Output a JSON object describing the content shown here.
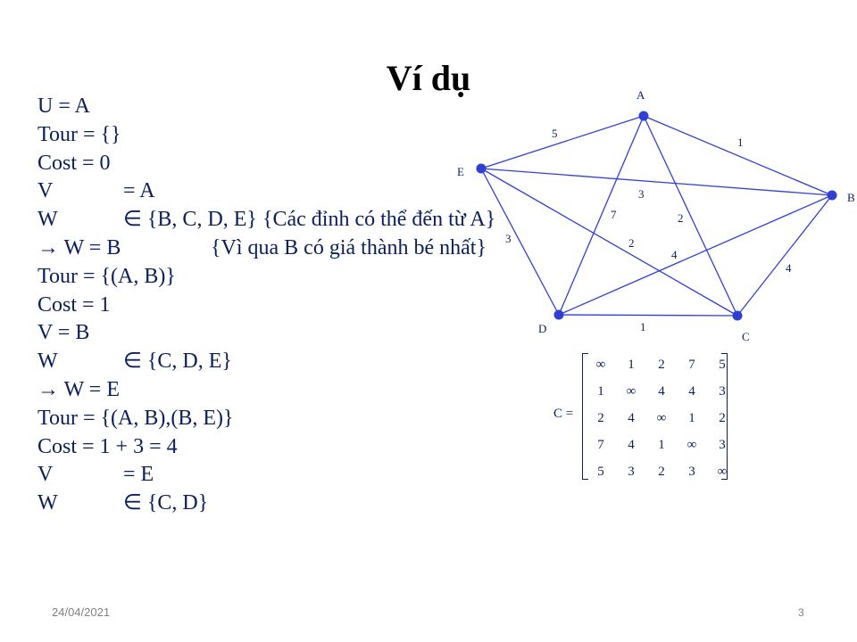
{
  "slide": {
    "title": "Ví dụ",
    "date": "24/04/2021",
    "page_number": "3"
  },
  "steps": [
    {
      "a": "U =  A"
    },
    {
      "a": "Tour = {}"
    },
    {
      "a": "Cost = 0"
    },
    {
      "a": "V",
      "b": "= A"
    },
    {
      "a": "W",
      "b": "∈ {B, C, D, E} {Các đỉnh có thể đến từ A}"
    },
    {
      "a": "→ W = B",
      "b": "{Vì qua B có giá thành bé nhất}"
    },
    {
      "a": "Tour = {(A, B)}"
    },
    {
      "a": "Cost = 1"
    },
    {
      "a": "V = B"
    },
    {
      "a": "W",
      "b": "∈ {C, D, E}"
    },
    {
      "a": "→ W = E"
    },
    {
      "a": "Tour = {(A, B),(B, E)}"
    },
    {
      "a": "Cost = 1 + 3 = 4"
    },
    {
      "a": "V",
      "b": "= E"
    },
    {
      "a": "W",
      "b": "∈ {C, D}"
    }
  ],
  "graph": {
    "nodes": [
      {
        "id": "A",
        "label": "A"
      },
      {
        "id": "B",
        "label": "B"
      },
      {
        "id": "C",
        "label": "C"
      },
      {
        "id": "D",
        "label": "D"
      },
      {
        "id": "E",
        "label": "E"
      }
    ],
    "edges": [
      {
        "from": "A",
        "to": "B",
        "weight": "1"
      },
      {
        "from": "A",
        "to": "C",
        "weight": "2"
      },
      {
        "from": "A",
        "to": "D",
        "weight": "7"
      },
      {
        "from": "A",
        "to": "E",
        "weight": "5"
      },
      {
        "from": "B",
        "to": "C",
        "weight": "4"
      },
      {
        "from": "B",
        "to": "D",
        "weight": "4"
      },
      {
        "from": "B",
        "to": "E",
        "weight": "3"
      },
      {
        "from": "C",
        "to": "D",
        "weight": "1"
      },
      {
        "from": "C",
        "to": "E",
        "weight": "2"
      },
      {
        "from": "D",
        "to": "E",
        "weight": "3"
      }
    ],
    "colors": {
      "node": "#2f3fd6",
      "edge": "#2f3fd6",
      "text": "#0b1f5c"
    }
  },
  "matrix": {
    "label": "C =",
    "rows": [
      [
        "∞",
        "1",
        "2",
        "7",
        "5"
      ],
      [
        "1",
        "∞",
        "4",
        "4",
        "3"
      ],
      [
        "2",
        "4",
        "∞",
        "1",
        "2"
      ],
      [
        "7",
        "4",
        "1",
        "∞",
        "3"
      ],
      [
        "5",
        "3",
        "2",
        "3",
        "∞"
      ]
    ]
  }
}
